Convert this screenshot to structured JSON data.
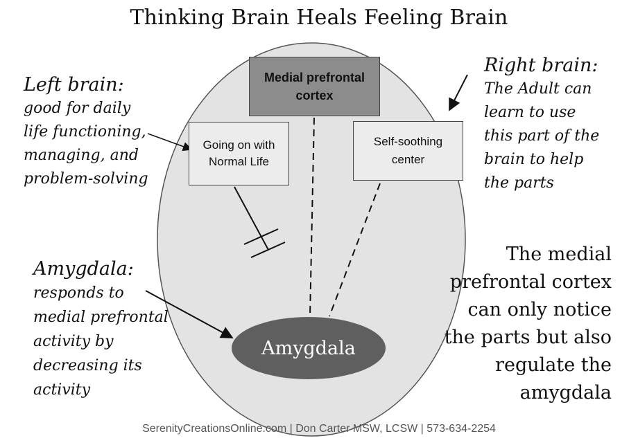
{
  "title": "Thinking Brain Heals Feeling Brain",
  "boxes": {
    "mpfc": "Medial prefrontal cortex",
    "normal_life": "Going on with Normal Life",
    "self_soothing": "Self-soothing center",
    "amygdala": "Amygdala"
  },
  "notes": {
    "left_brain": {
      "heading": "Left brain:",
      "body": "good for daily\nlife functioning,\nmanaging, and\nproblem-solving"
    },
    "right_brain": {
      "heading": "Right brain:",
      "body": "The Adult can\nlearn to use\nthis part of the\nbrain to help\nthe parts"
    },
    "amygdala": {
      "heading": "Amygdala:",
      "body": "responds to\nmedial prefrontal\nactivity by\ndecreasing its\nactivity"
    },
    "mpfc_statement": "The medial\nprefrontal cortex\ncan only notice\nthe parts but also\nregulate the\namygdala"
  },
  "footer": "SerenityCreationsOnline.com | Don Carter MSW, LCSW | 573-634-2254",
  "colors": {
    "brain_fill": "#e3e3e3",
    "mpfc_fill": "#8c8c8c",
    "box_fill": "#ececec",
    "amygdala_fill": "#5f5f5f"
  }
}
